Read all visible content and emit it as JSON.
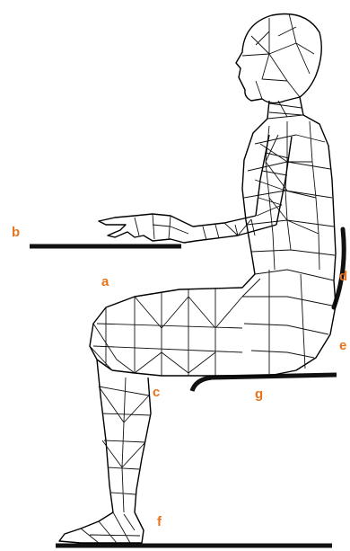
{
  "diagram": {
    "labels": {
      "a": "a",
      "b": "b",
      "c": "c",
      "d": "d",
      "e": "e",
      "f": "f",
      "g": "g"
    },
    "label_color": "#e8731a",
    "line_color": "#111111"
  }
}
